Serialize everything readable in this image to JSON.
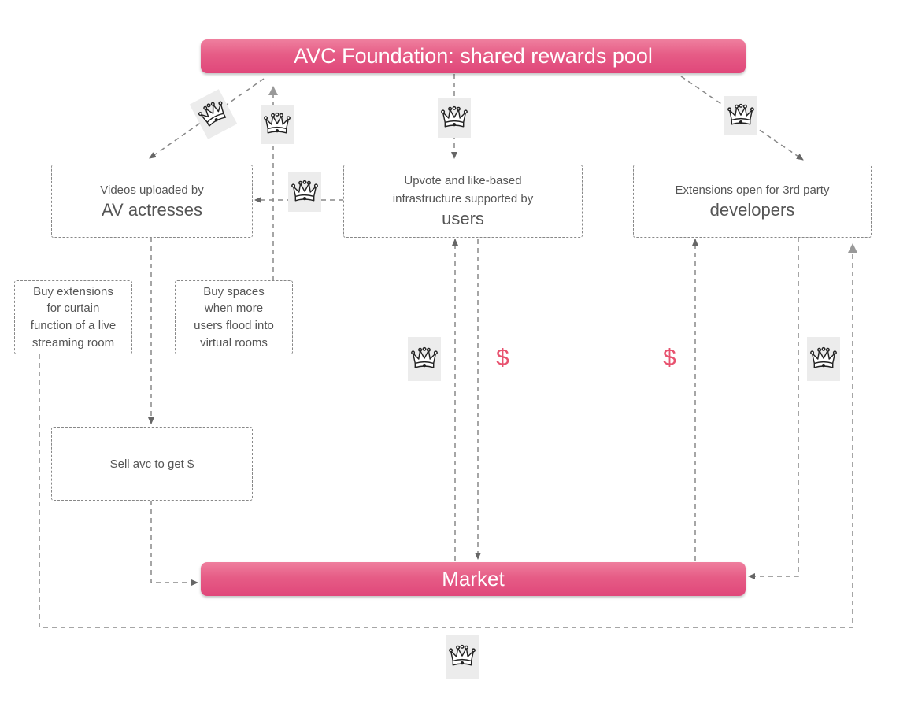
{
  "nodes": {
    "foundation": {
      "label": "AVC Foundation: shared rewards pool"
    },
    "videos": {
      "line1": "Videos uploaded by",
      "line2": "AV actresses"
    },
    "upvote": {
      "line1": "Upvote and like-based",
      "line2": "infrastructure supported by",
      "line3": "users"
    },
    "ext_dev": {
      "line1": "Extensions open for 3rd party",
      "line2": "developers"
    },
    "buy_ext": {
      "line1": "Buy extensions",
      "line2": "for curtain",
      "line3": "function of a live",
      "line4": "streaming room"
    },
    "buy_spaces": {
      "line1": "Buy spaces",
      "line2": "when more",
      "line3": "users flood into",
      "line4": "virtual rooms"
    },
    "sell": {
      "label": "Sell avc to get $"
    },
    "market": {
      "label": "Market"
    }
  },
  "edge_labels": {
    "dollar_left": "$",
    "dollar_right": "$"
  },
  "icons": {
    "token": "crown-icon"
  },
  "colors": {
    "pill_gradient_top": "#ef7f9e",
    "pill_gradient_bottom": "#e0477a",
    "dollar": "#e8526f",
    "dashed_line": "#888888",
    "arrow_head": "#666666",
    "crown_bg": "#ececec"
  }
}
